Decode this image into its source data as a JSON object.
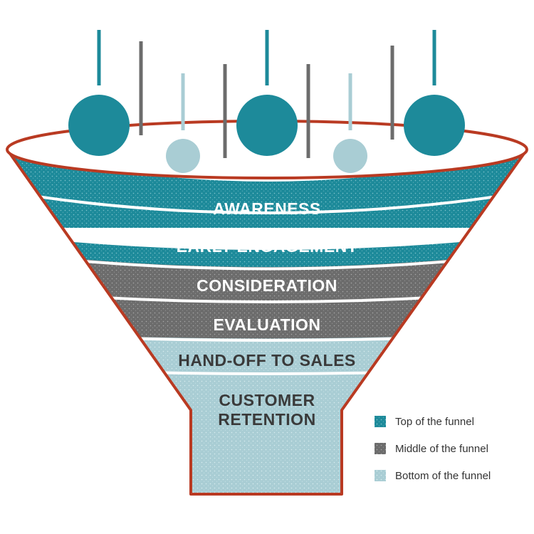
{
  "colors": {
    "teal": "#1d8a9a",
    "gray": "#6c6c6c",
    "light": "#a9cdd4",
    "outline": "#b93a22",
    "light_text": "#ffffff",
    "dark_text": "#3a3a3a"
  },
  "stages": [
    {
      "label": "AWARENESS",
      "group": "top"
    },
    {
      "label": "EARLY ENGAGEMENT",
      "group": "top"
    },
    {
      "label": "CONSIDERATION",
      "group": "middle"
    },
    {
      "label": "EVALUATION",
      "group": "middle"
    },
    {
      "label": "HAND-OFF TO SALES",
      "group": "bottom"
    },
    {
      "label_line1": "CUSTOMER",
      "label_line2": "RETENTION",
      "group": "bottom"
    }
  ],
  "legend": {
    "top": "Top of the funnel",
    "middle": "Middle of the funnel",
    "bottom": "Bottom of the funnel"
  }
}
